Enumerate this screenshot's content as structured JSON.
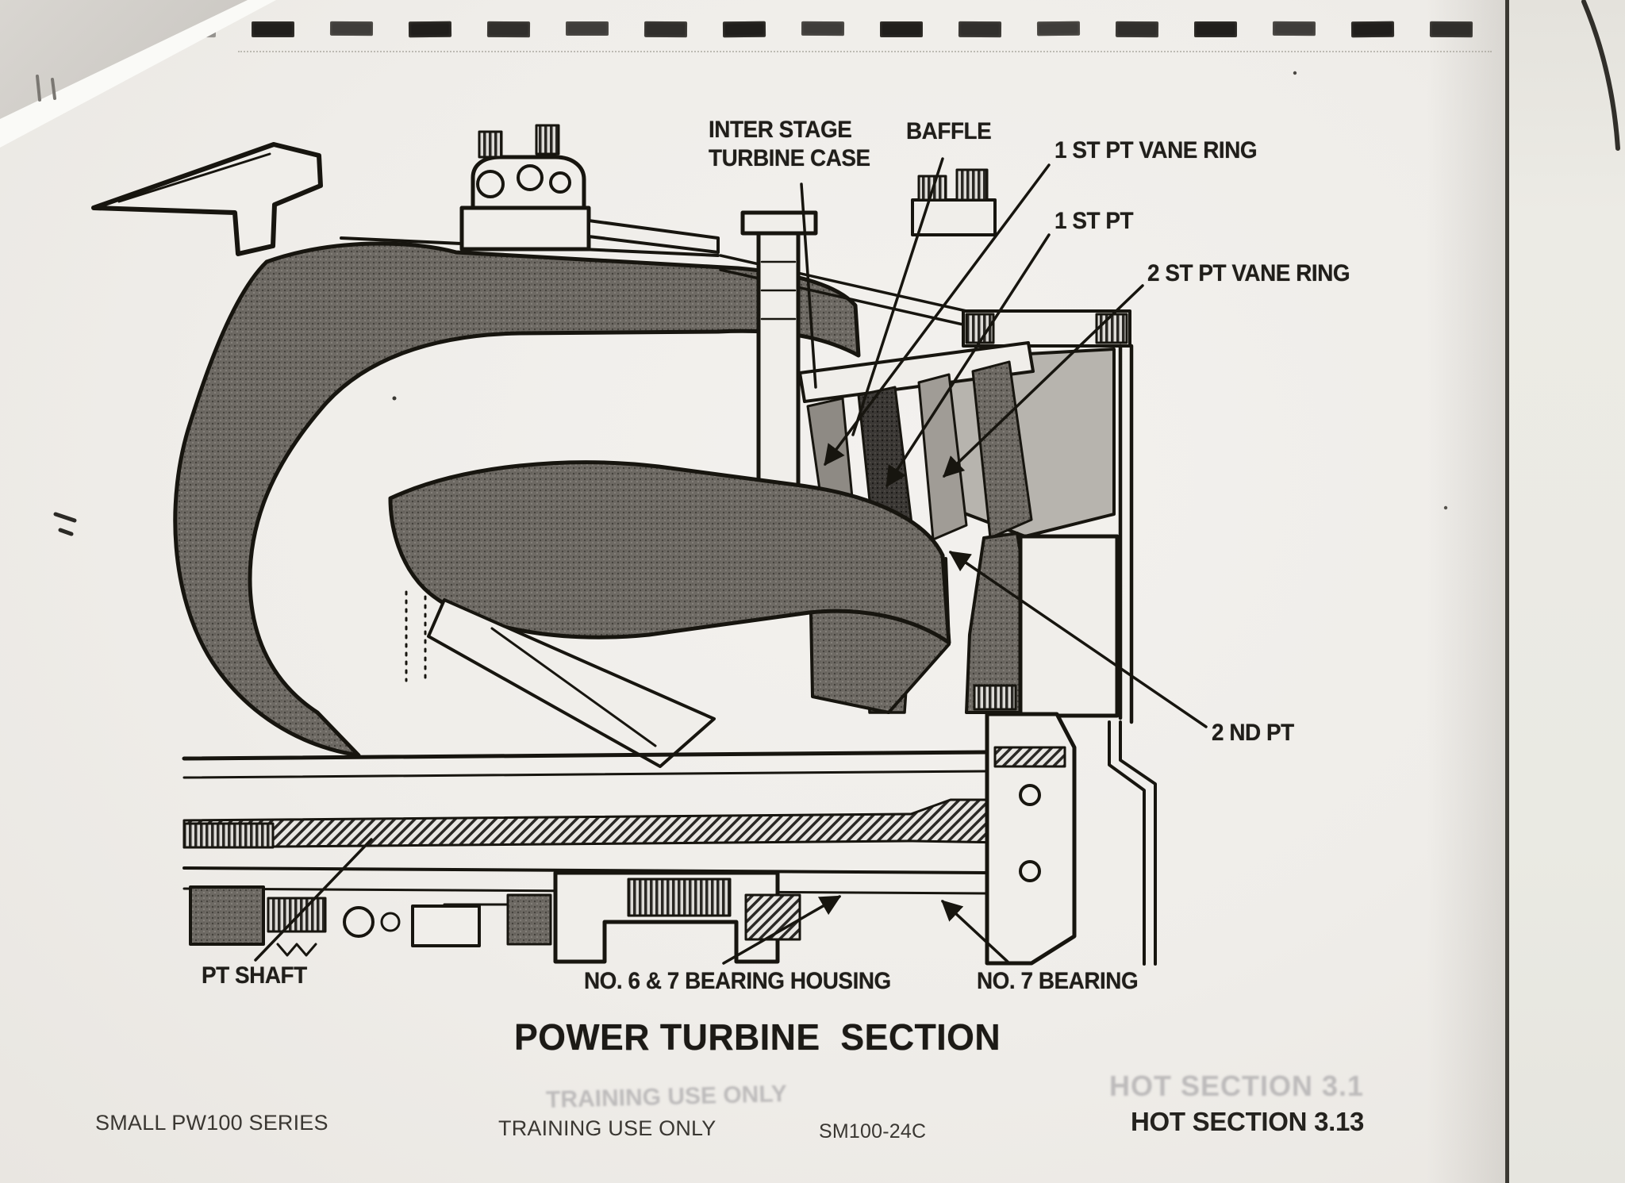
{
  "document": {
    "title": "POWER TURBINE  SECTION",
    "callouts": {
      "inter_stage_line1": "INTER STAGE",
      "inter_stage_line2": "TURBINE CASE",
      "baffle": "BAFFLE",
      "pt1_vane_ring": "1 ST PT VANE RING",
      "pt1": "1 ST PT",
      "pt2_vane_ring": "2 ST PT VANE RING",
      "pt2": "2 ND PT",
      "pt_shaft": "PT SHAFT",
      "bearing_housing": "NO. 6 & 7 BEARING HOUSING",
      "bearing7": "NO. 7 BEARING"
    },
    "footer": {
      "series": "SMALL PW100 SERIES",
      "usage": "TRAINING USE ONLY",
      "doc_code": "SM100-24C",
      "section": "HOT SECTION 3.13"
    },
    "bleed_through": {
      "usage_ghost": "TRAINING USE ONLY",
      "section_ghost": "HOT SECTION 3.1"
    }
  }
}
